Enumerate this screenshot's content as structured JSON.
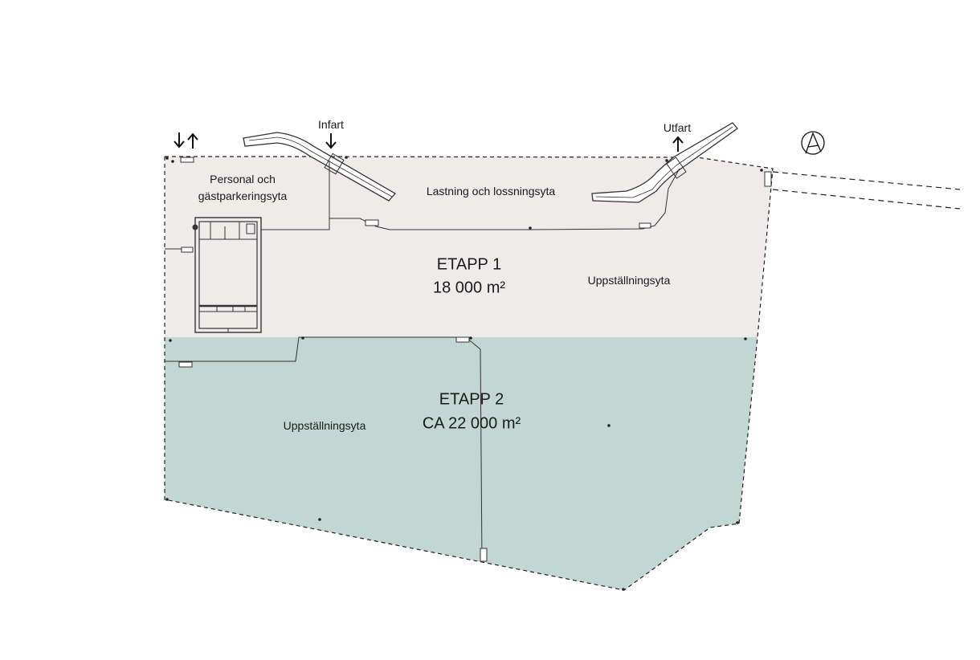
{
  "colors": {
    "etapp1_fill": "#efebeb",
    "etapp2_fill": "#c3d7d2",
    "line": "#333333",
    "boundary": "#222222"
  },
  "icons": [
    "north-arrow-icon",
    "arrow-down-icon",
    "arrow-up-icon"
  ],
  "labels": {
    "infart": "Infart",
    "utfart": "Utfart",
    "parking_line1": "Personal och",
    "parking_line2": "gästparkeringsyta",
    "loading": "Lastning och lossningsyta",
    "etapp1_name": "ETAPP 1",
    "etapp1_area": "18 000 m²",
    "staging1": "Uppställningsyta",
    "etapp2_name": "ETAPP 2",
    "etapp2_area": "CA 22 000 m²",
    "staging2": "Uppställningsyta"
  }
}
